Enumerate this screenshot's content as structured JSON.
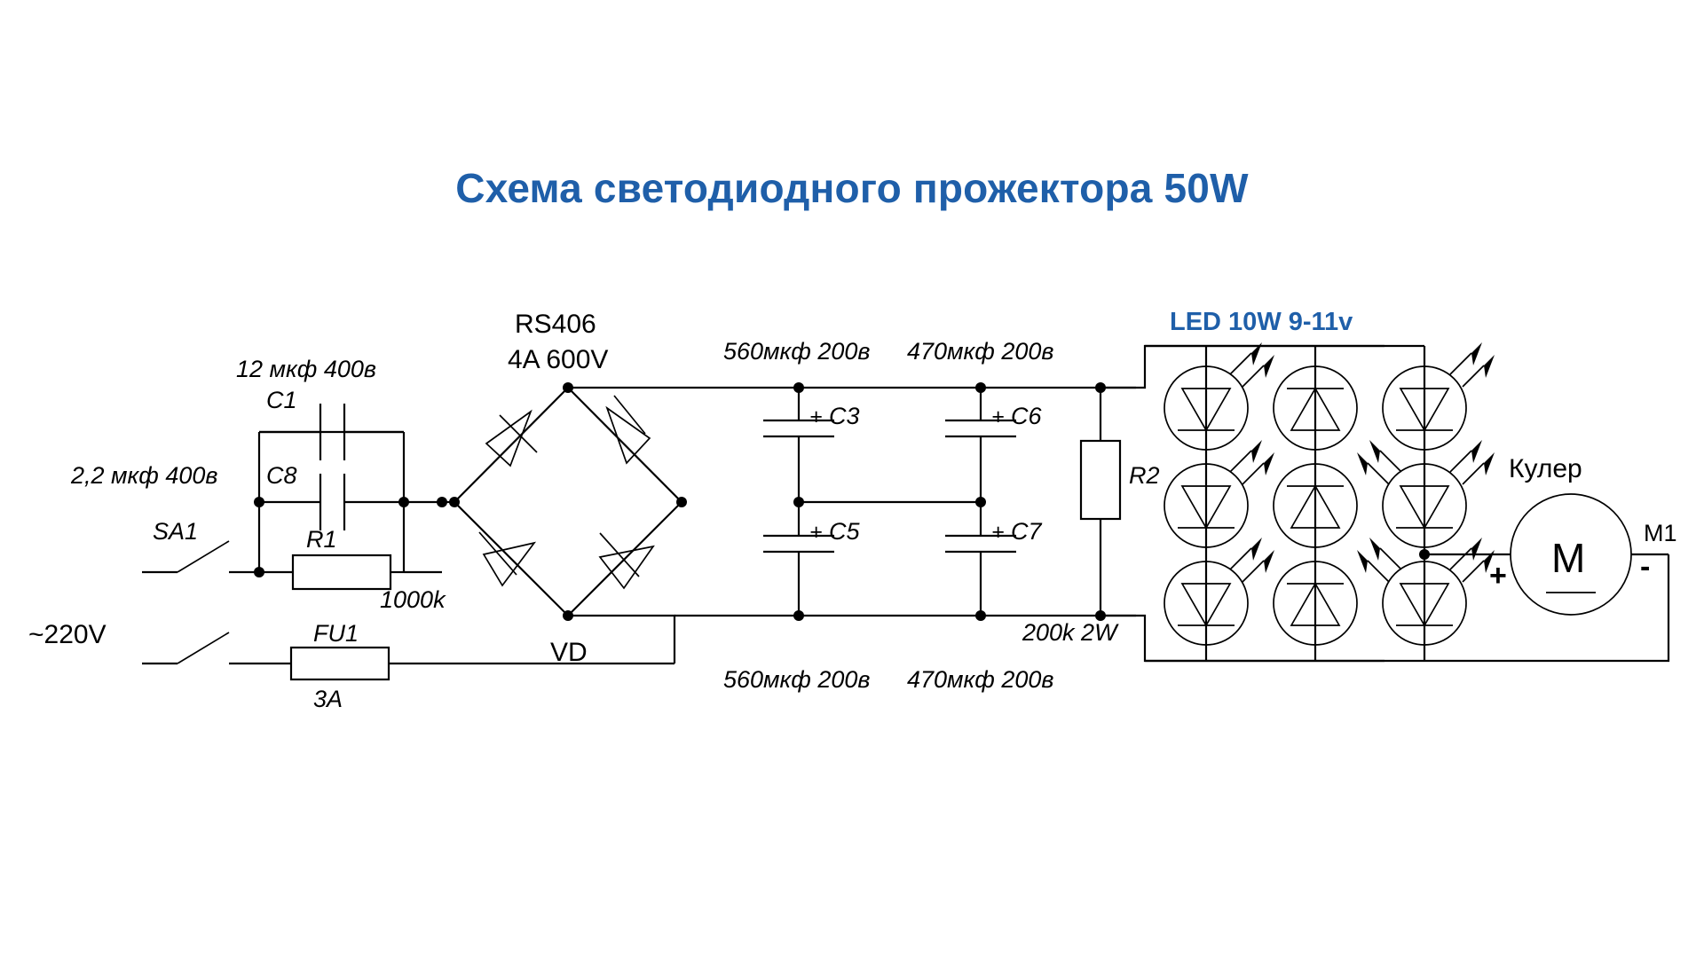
{
  "title": "Схема светодиодного прожектора 50W",
  "mains": {
    "voltage_label": "~220V",
    "switch_ref": "SA1",
    "fuse_ref": "FU1",
    "fuse_rating": "3A"
  },
  "input_filter": {
    "c1_ref": "C1",
    "c1_value": "12 мкф 400в",
    "c8_ref": "C8",
    "c8_value": "2,2 мкф 400в",
    "r1_ref": "R1",
    "r1_value": "1000k"
  },
  "rectifier": {
    "part_number": "RS406",
    "rating": "4A 600V",
    "ref": "VD"
  },
  "smoothing": {
    "top_left_value": "560мкф 200в",
    "top_right_value": "470мкф 200в",
    "bottom_left_value": "560мкф 200в",
    "bottom_right_value": "470мкф 200в",
    "caps": [
      {
        "ref": "C3",
        "polarity": "+"
      },
      {
        "ref": "C6",
        "polarity": "+"
      },
      {
        "ref": "C5",
        "polarity": "+"
      },
      {
        "ref": "C7",
        "polarity": "+"
      }
    ]
  },
  "bleeder": {
    "ref": "R2",
    "value": "200k 2W"
  },
  "led_array": {
    "label": "LED 10W 9-11v",
    "rows": 3,
    "columns": 3,
    "count": 9
  },
  "cooler": {
    "label": "Кулер",
    "symbol": "M",
    "ref": "M1",
    "plus": "+",
    "minus": "-"
  },
  "colors": {
    "accent": "#1f5fa9",
    "wire": "#000000",
    "background": "#ffffff"
  }
}
